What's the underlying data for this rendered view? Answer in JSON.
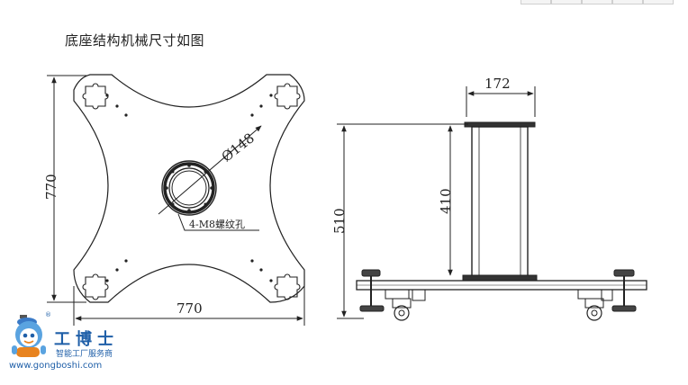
{
  "caption": "底座结构机械尺寸如图",
  "top_view": {
    "height_dim": "770",
    "width_dim": "770",
    "diameter_label": "Ø148",
    "hole_note": "4-M8螺纹孔"
  },
  "side_view": {
    "top_width_dim": "172",
    "column_height_dim": "410",
    "total_height_dim": "510"
  },
  "logo": {
    "brand": "工博士",
    "tagline": "智能工厂服务商",
    "url": "www.gongboshi.com",
    "reg_mark": "®",
    "colors": {
      "primary": "#1f5fa8",
      "accent": "#e8831f"
    }
  }
}
